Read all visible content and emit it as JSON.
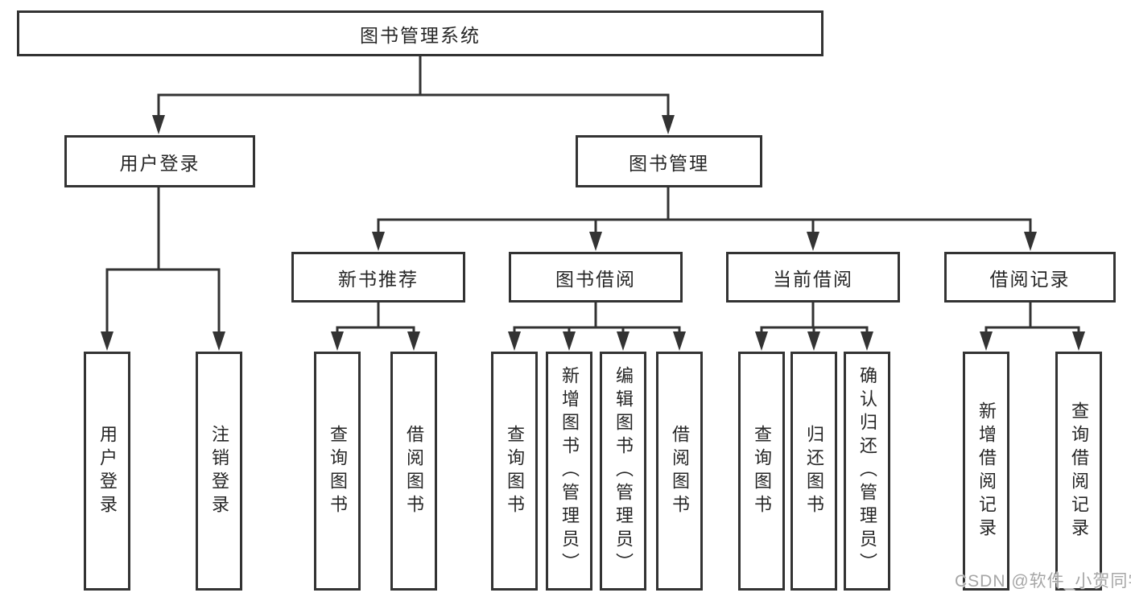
{
  "tree": {
    "label": "图书管理系统",
    "children": [
      {
        "label": "用户登录",
        "children": [
          {
            "label": "用户登录"
          },
          {
            "label": "注销登录"
          }
        ]
      },
      {
        "label": "图书管理",
        "children": [
          {
            "label": "新书推荐",
            "children": [
              {
                "label": "查询图书"
              },
              {
                "label": "借阅图书"
              }
            ]
          },
          {
            "label": "图书借阅",
            "children": [
              {
                "label": "查询图书"
              },
              {
                "label": "新增图书（管理员）"
              },
              {
                "label": "编辑图书（管理员）"
              },
              {
                "label": "借阅图书"
              }
            ]
          },
          {
            "label": "当前借阅",
            "children": [
              {
                "label": "查询图书"
              },
              {
                "label": "归还图书"
              },
              {
                "label": "确认归还（管理员）"
              }
            ]
          },
          {
            "label": "借阅记录",
            "children": [
              {
                "label": "新增借阅记录"
              },
              {
                "label": "查询借阅记录"
              }
            ]
          }
        ]
      }
    ]
  },
  "watermark": {
    "text": "CSDN @软件_小贺同学"
  },
  "colors": {
    "line": "#333333",
    "text": "#262626",
    "box_background": "#ffffff",
    "background": "#ffffff",
    "watermark": "#a6a6a6"
  }
}
